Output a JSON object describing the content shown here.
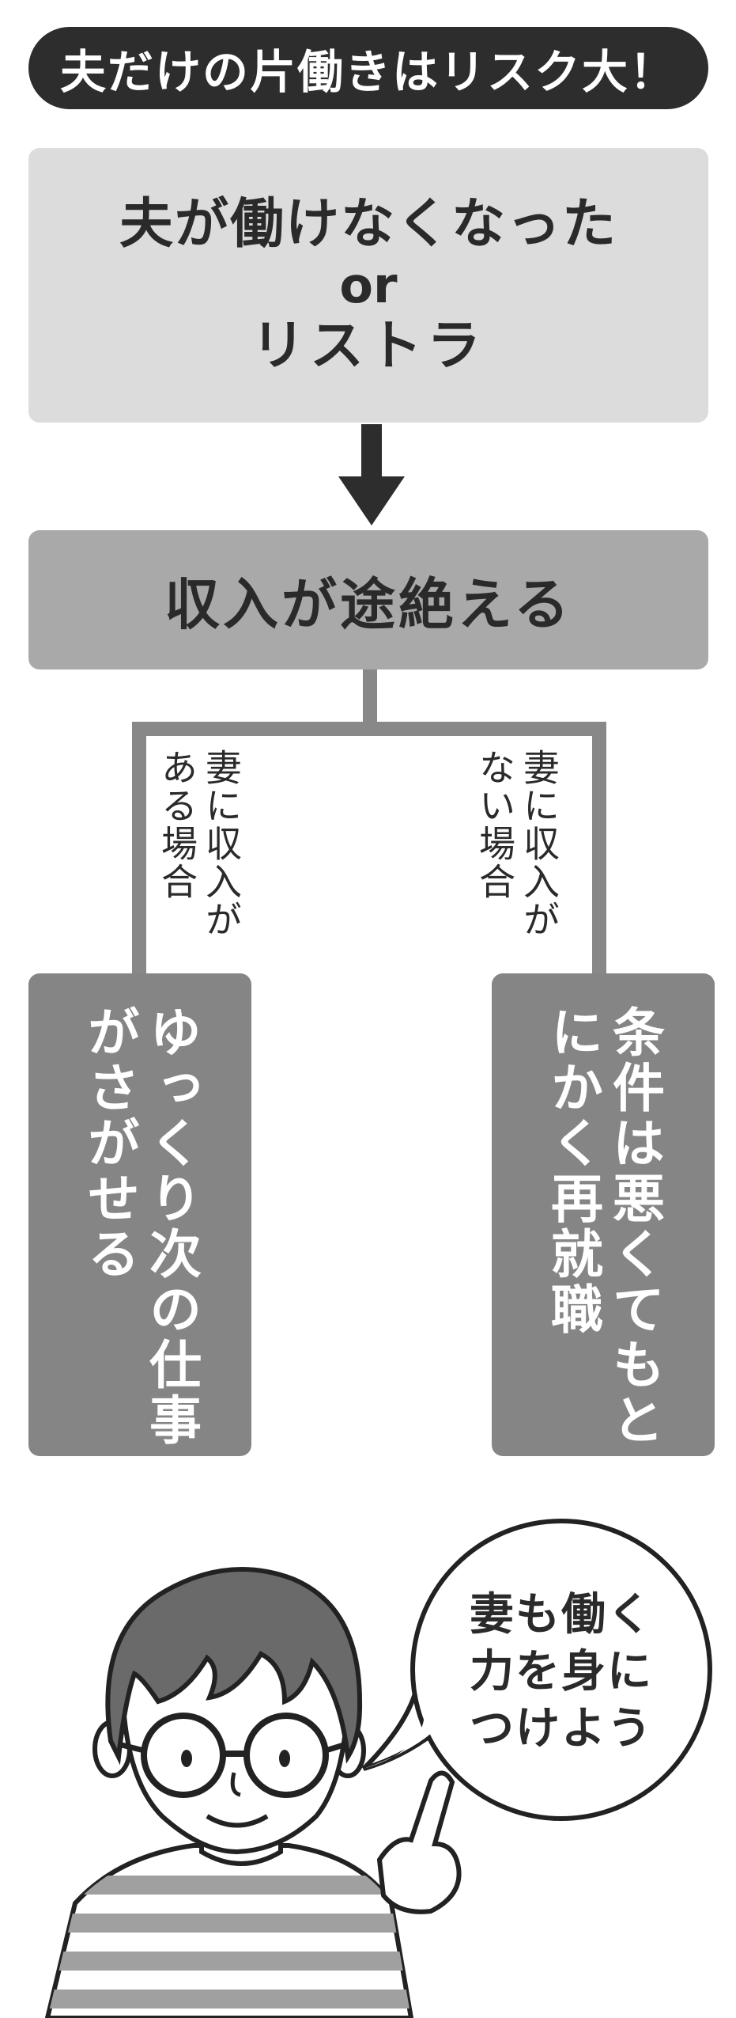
{
  "title": "夫だけの片働きはリスク大！",
  "top_box": {
    "line1": "夫が働けなくなった",
    "line2": "or",
    "line3": "リストラ"
  },
  "mid_box": "収入が途絶える",
  "branch_left": {
    "line1": "妻に収入が",
    "line2": "ある場合"
  },
  "branch_right": {
    "line1": "妻に収入が",
    "line2": "ない場合"
  },
  "result_left": {
    "line1": "ゆっくり次の",
    "line2": "仕事がさがせる"
  },
  "result_right": {
    "line1": "条件は悪くても",
    "line2": "とにかく再就職"
  },
  "speech_bubble": {
    "line1": "妻も働く",
    "line2": "力を身に",
    "line3": "つけよう"
  },
  "colors": {
    "title_bg": "#2d2d2d",
    "top_box": "#dcdcdc",
    "mid_box": "#a9a9a9",
    "result_box": "#858585",
    "connector": "#888888"
  }
}
